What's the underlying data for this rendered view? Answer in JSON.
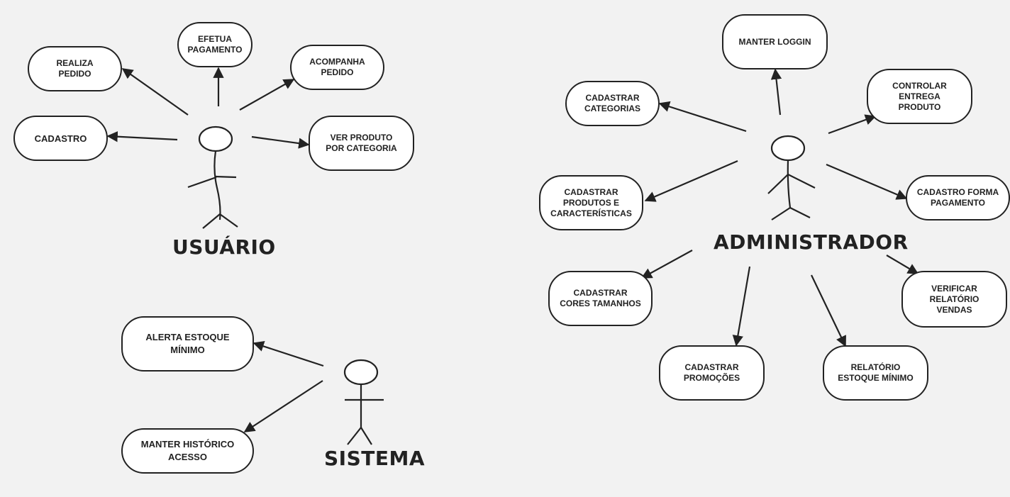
{
  "actors": {
    "usuario": {
      "label": "USUÁRIO"
    },
    "administrador": {
      "label": "ADMINISTRADOR"
    },
    "sistema": {
      "label": "SISTEMA"
    }
  },
  "use_cases": {
    "usuario": {
      "realiza_pedido": "REALIZA\nPEDIDO",
      "efetua_pagamento": "EFETUA\nPAGAMENTO",
      "acompanha_pedido": "ACOMPANHA\nPEDIDO",
      "cadastro": "CADASTRO",
      "ver_produto": "VER PRODUTO\nPOR CATEGORIA"
    },
    "administrador": {
      "manter_loggin": "MANTER LOGGIN",
      "cadastrar_categorias": "CADASTRAR\nCATEGORIAS",
      "controlar_entrega": "CONTROLAR\nENTREGA\nPRODUTO",
      "cadastrar_produtos": "CADASTRAR\nPRODUTOS E\nCARACTERÍSTICAS",
      "cadastro_forma_pagamento": "CADASTRO FORMA\nPAGAMENTO",
      "cadastrar_cores": "CADASTRAR\nCORES TAMANHOS",
      "verificar_relatorio": "VERIFICAR\nRELATÓRIO\nVENDAS",
      "cadastrar_promocoes": "CADASTRAR\nPROMOÇÕES",
      "relatorio_estoque": "RELATÓRIO\nESTOQUE MÍNIMO"
    },
    "sistema": {
      "alerta_estoque": "ALERTA ESTOQUE\nMÍNIMO",
      "manter_historico": "MANTER HISTÓRICO\nACESSO"
    }
  }
}
